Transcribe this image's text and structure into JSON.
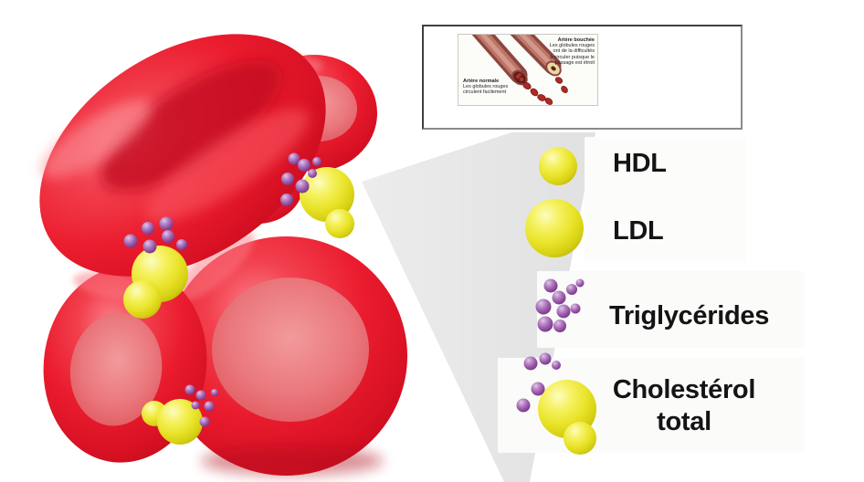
{
  "legend": {
    "items": [
      {
        "id": "hdl",
        "lines": [
          "HDL"
        ]
      },
      {
        "id": "ldl",
        "lines": [
          "LDL"
        ]
      },
      {
        "id": "triglycerides",
        "lines": [
          "Triglycérides"
        ]
      },
      {
        "id": "cholesterol-total",
        "lines": [
          "Cholestérol",
          "total"
        ]
      }
    ]
  },
  "inset": {
    "blocked": {
      "title": "Artère bouchée",
      "lines": [
        "Les globules rouges",
        "ont de la difficultés",
        "à circuler puisque le",
        "passage est étroit"
      ]
    },
    "normal": {
      "title": "Artère normale",
      "lines": [
        "Les globules rouges",
        "circulent facilement"
      ]
    }
  },
  "colors": {
    "red_cell": "#ed1b2d",
    "red_cell_center": "#ea787d",
    "yellow_sphere": "#e9e42a",
    "purple_sphere": "#9c5cab",
    "cone_gray": "#e8e8e8",
    "artery_wall": "#8d463f"
  }
}
